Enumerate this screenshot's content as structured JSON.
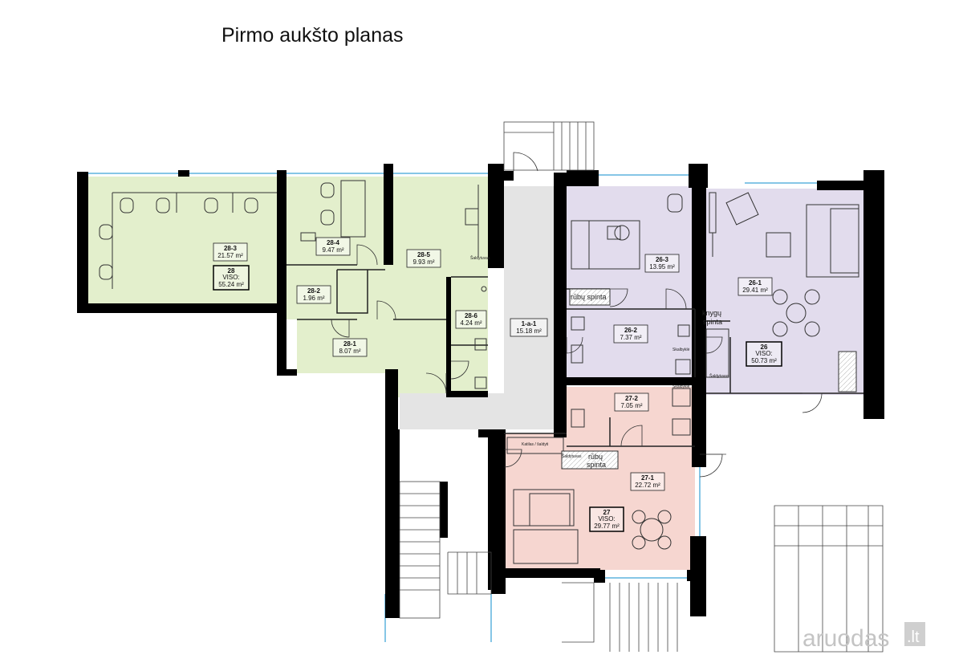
{
  "title": "Pirmo aukšto planas",
  "colors": {
    "unit28": "#e3efcc",
    "unit26": "#e2dced",
    "unit27": "#f6d6d0",
    "corridor": "#e4e4e4",
    "wall": "#000000",
    "window": "#9fd3ee"
  },
  "rooms": {
    "r28_3": {
      "code": "28-3",
      "area": "21.57 m²"
    },
    "r28_4": {
      "code": "28-4",
      "area": "9.47 m²"
    },
    "r28_5": {
      "code": "28-5",
      "area": "9.93 m²"
    },
    "r28_2": {
      "code": "28-2",
      "area": "1.96 m²"
    },
    "r28_6": {
      "code": "28-6",
      "area": "4.24 m²"
    },
    "r28_1": {
      "code": "28-1",
      "area": "8.07 m²"
    },
    "r1_a_1": {
      "code": "1-a-1",
      "area": "15.18 m²"
    },
    "r26_3": {
      "code": "26-3",
      "area": "13.95 m²"
    },
    "r26_1": {
      "code": "26-1",
      "area": "29.41 m²"
    },
    "r26_2": {
      "code": "26-2",
      "area": "7.37 m²"
    },
    "r27_2": {
      "code": "27-2",
      "area": "7.05 m²"
    },
    "r27_1": {
      "code": "27-1",
      "area": "22.72 m²"
    }
  },
  "totals": {
    "t28": {
      "code": "28",
      "label": "VISO:",
      "area": "55.24 m²"
    },
    "t26": {
      "code": "26",
      "label": "VISO:",
      "area": "50.73 m²"
    },
    "t27": {
      "code": "27",
      "label": "VISO:",
      "area": "29.77 m²"
    }
  },
  "annotations": {
    "rubu_spinta": "rūbų spinta",
    "rubu": "rūbų",
    "spinta": "spinta",
    "knygu": "knygų",
    "saldytuvas": "Šaldytuvas",
    "katilas": "Katilas / šaldyti",
    "skalbykle": "Skalbyklė"
  },
  "watermark": {
    "text": "aruodas",
    "suffix": ".lt"
  }
}
